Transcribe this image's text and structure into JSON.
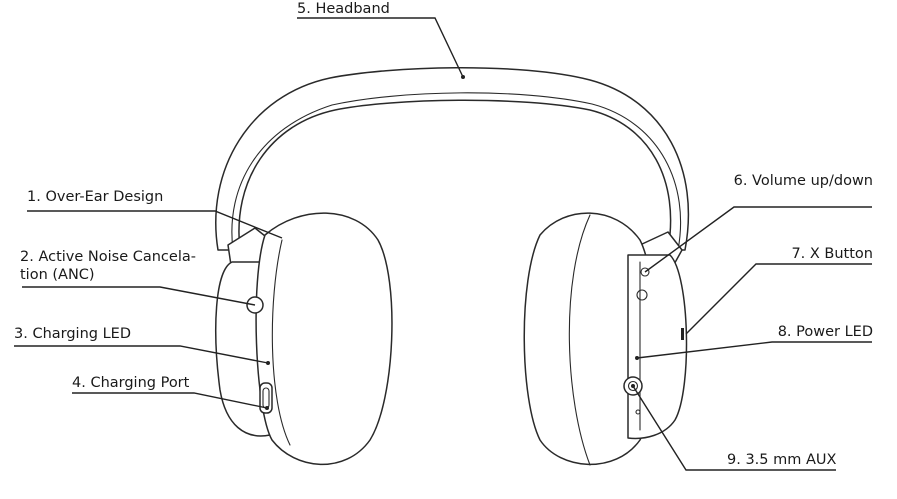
{
  "labels": {
    "headband": "5. Headband",
    "over_ear": "1. Over-Ear Design",
    "anc_line1": "2. Active Noise Cancela-",
    "anc_line2": "tion (ANC)",
    "charging_led": "3. Charging LED",
    "charging_port": "4. Charging Port",
    "volume": "6. Volume up/down",
    "x_button": "7. X Button",
    "power_led": "8. Power LED",
    "aux": "9. 3.5 mm AUX"
  }
}
